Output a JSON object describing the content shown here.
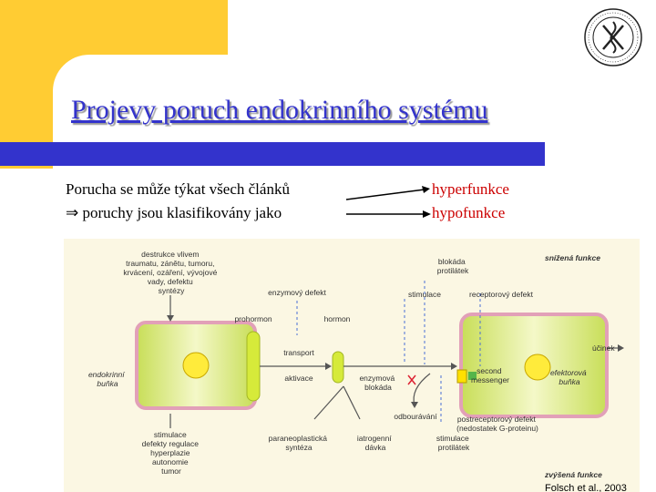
{
  "title": "Projevy poruch endokrinního systému",
  "intro": {
    "line1": "Porucha se může týkat všech článků",
    "line2": "⇒ poruchy jsou klasifikovány jako",
    "hyper": "hyperfunkce",
    "hypo": "hypofunkce"
  },
  "colors": {
    "accent_blue": "#3333cc",
    "accent_yellow": "#ffcc33",
    "accent_red": "#cc0000"
  },
  "logo": {
    "icon": "university-seal-icon"
  },
  "figure": {
    "labels": {
      "destrukce": [
        "destrukce vlivem",
        "traumatu, zánětu, tumoru,",
        "krvácení, ozáření, vývojové",
        "vady, defektu",
        "syntézy"
      ],
      "enzymovy_defekt": "enzymový defekt",
      "blokada": [
        "blokáda",
        "protilátek"
      ],
      "snizena": "snížená funkce",
      "prohormon": "prohormon",
      "hormon": "hormon",
      "stimulace_top": "stimulace",
      "receptorovy_defekt": "receptorový defekt",
      "ucinek": "účinek",
      "endokrinni": [
        "endokrinní",
        "buňka"
      ],
      "transport": "transport",
      "aktivace": "aktivace",
      "enzymova_blokada": [
        "enzymová",
        "blokáda"
      ],
      "second_messenger": [
        "second",
        "messenger"
      ],
      "efektorova": [
        "efektorová",
        "buňka"
      ],
      "odbouravani": "odbourávání",
      "postreceptorovy": [
        "postreceptorový defekt",
        "(nedostatek G-proteinu)"
      ],
      "stimulace_left": [
        "stimulace",
        "defekty regulace",
        "hyperplazie",
        "autonomie",
        "tumor"
      ],
      "paraneoplasticka": [
        "paraneoplastická",
        "syntéza"
      ],
      "iatrogenni": [
        "iatrogenní",
        "dávka"
      ],
      "stimulace_prot": [
        "stimulace",
        "protilátek"
      ],
      "zvysena": "zvýšená funkce",
      "citation": "Folsch et al., 2003"
    }
  }
}
